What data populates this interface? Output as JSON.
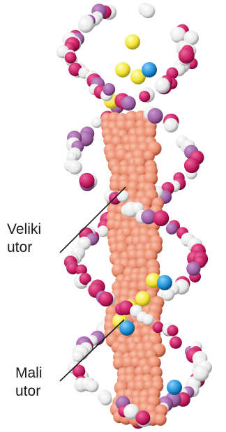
{
  "labels": {
    "major_groove_line1": "Veliki",
    "major_groove_line2": "utor",
    "minor_groove_line1": "Mali",
    "minor_groove_line2": "utor"
  },
  "colors": {
    "sugar_phosphate_white": "#f2f2f2",
    "phosphate_magenta": "#c2185b",
    "oxygen_purple": "#9c5a9e",
    "base_pair_salmon": "#e8896b",
    "sulfur_yellow": "#f2e234",
    "nitrogen_blue": "#1e90d6",
    "pointer_line": "#1a1a1a"
  },
  "figure": "dna-double-helix-space-filling-model"
}
